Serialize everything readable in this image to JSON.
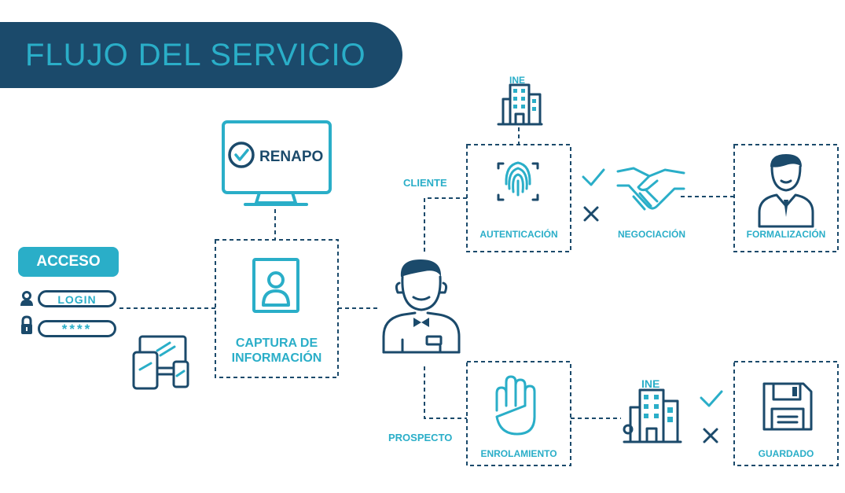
{
  "header": {
    "title": "FLUJO DEL SERVICIO"
  },
  "access": {
    "title": "ACCESO",
    "login_label": "LOGIN",
    "password_mask": "****"
  },
  "monitor": {
    "label": "RENAPO"
  },
  "capture": {
    "line1": "CAPTURA DE",
    "line2": "INFORMACIÓN"
  },
  "branches": {
    "client": "CLIENTE",
    "prospect": "PROSPECTO"
  },
  "nodes": {
    "authentication": "AUTENTICACIÓN",
    "negotiation": "NEGOCIACIÓN",
    "formalization": "FORMALIZACIÓN",
    "enrollment": "ENROLAMIENTO",
    "saved": "GUARDADO"
  },
  "ine_top": "INE",
  "ine_bottom": "INE",
  "colors": {
    "navy": "#1b4a6b",
    "cyan": "#2aaec8",
    "dashed": "#1b4a6b"
  }
}
